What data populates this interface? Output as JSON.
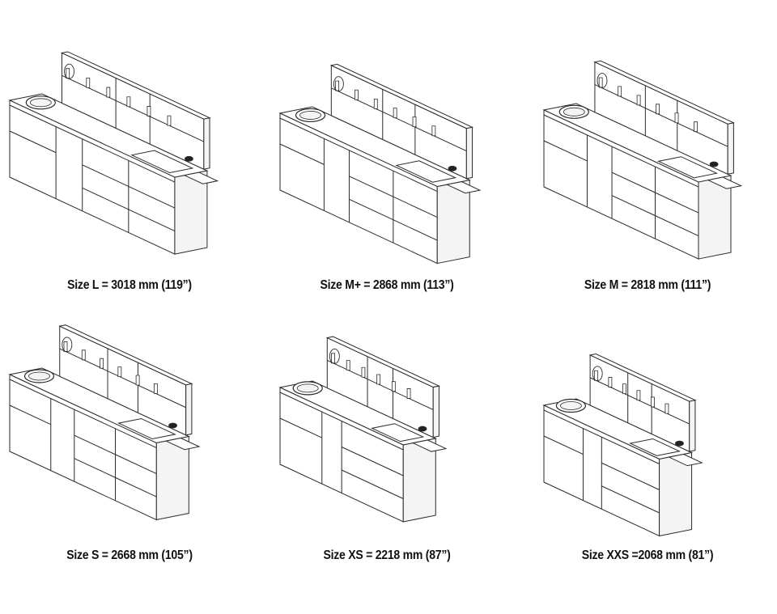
{
  "variants": [
    {
      "caption": "Size L = 3018 mm (119”)",
      "length_mm": 3018
    },
    {
      "caption": "Size M+ = 2868 mm (113”)",
      "length_mm": 2868
    },
    {
      "caption": "Size M = 2818 mm (111”)",
      "length_mm": 2818
    },
    {
      "caption": "Size S = 2668 mm (105”)",
      "length_mm": 2668
    },
    {
      "caption": "Size XS = 2218 mm (87”)",
      "length_mm": 2218
    },
    {
      "caption": "Size XXS =2068 mm (81”)",
      "length_mm": 2068
    }
  ],
  "colors": {
    "line": "#2a2a2a",
    "fill": "#ffffff",
    "shade": "#f4f4f4"
  }
}
